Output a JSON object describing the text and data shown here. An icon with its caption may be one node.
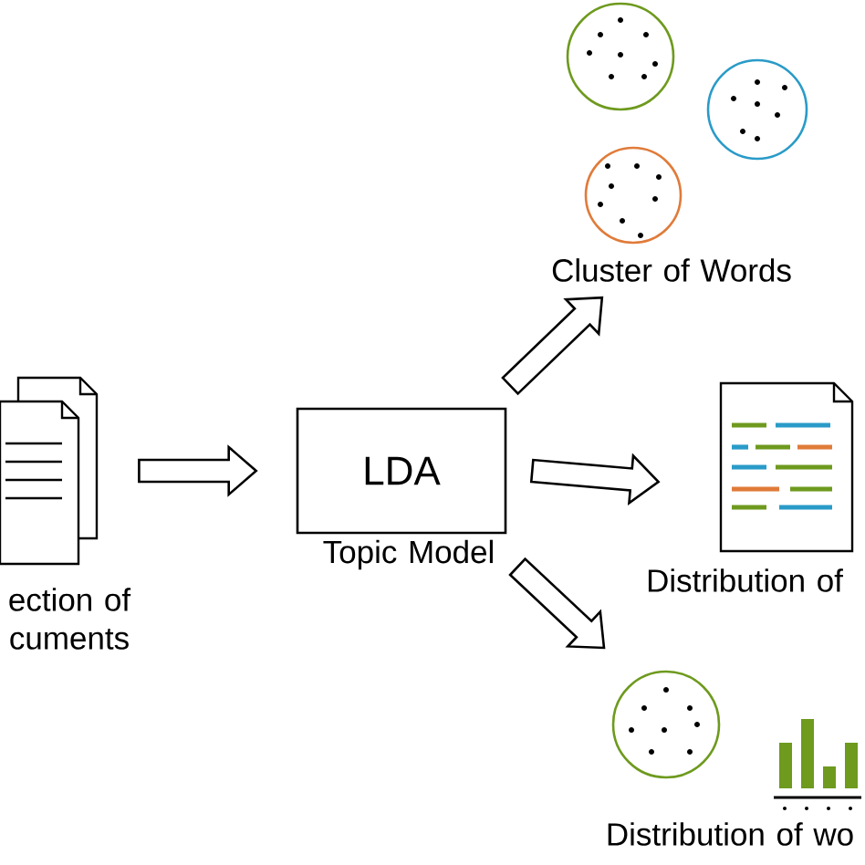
{
  "diagram": {
    "nodes": [
      {
        "text": [],
        "shape": "picture",
        "beside": [
          "ection of cuments"
        ]
      },
      {
        "text": [
          "LDA"
        ],
        "beside": [
          "Topic Model"
        ]
      },
      {
        "text": [],
        "shape": "picture",
        "beside": [
          "Cluster of Words"
        ]
      },
      {
        "text": [],
        "shape": "picture",
        "beside": [
          "Distribution of"
        ]
      },
      {
        "text": [],
        "shape": "picture",
        "beside": [
          "Distribution of wo"
        ]
      }
    ],
    "edges": [
      {
        "from": 0,
        "to": 1,
        "arrow": "to"
      },
      {
        "from": 1,
        "to": 2,
        "arrow": "to"
      },
      {
        "from": 1,
        "to": 3,
        "arrow": "to"
      },
      {
        "from": 1,
        "to": 4,
        "arrow": "to"
      }
    ]
  }
}
